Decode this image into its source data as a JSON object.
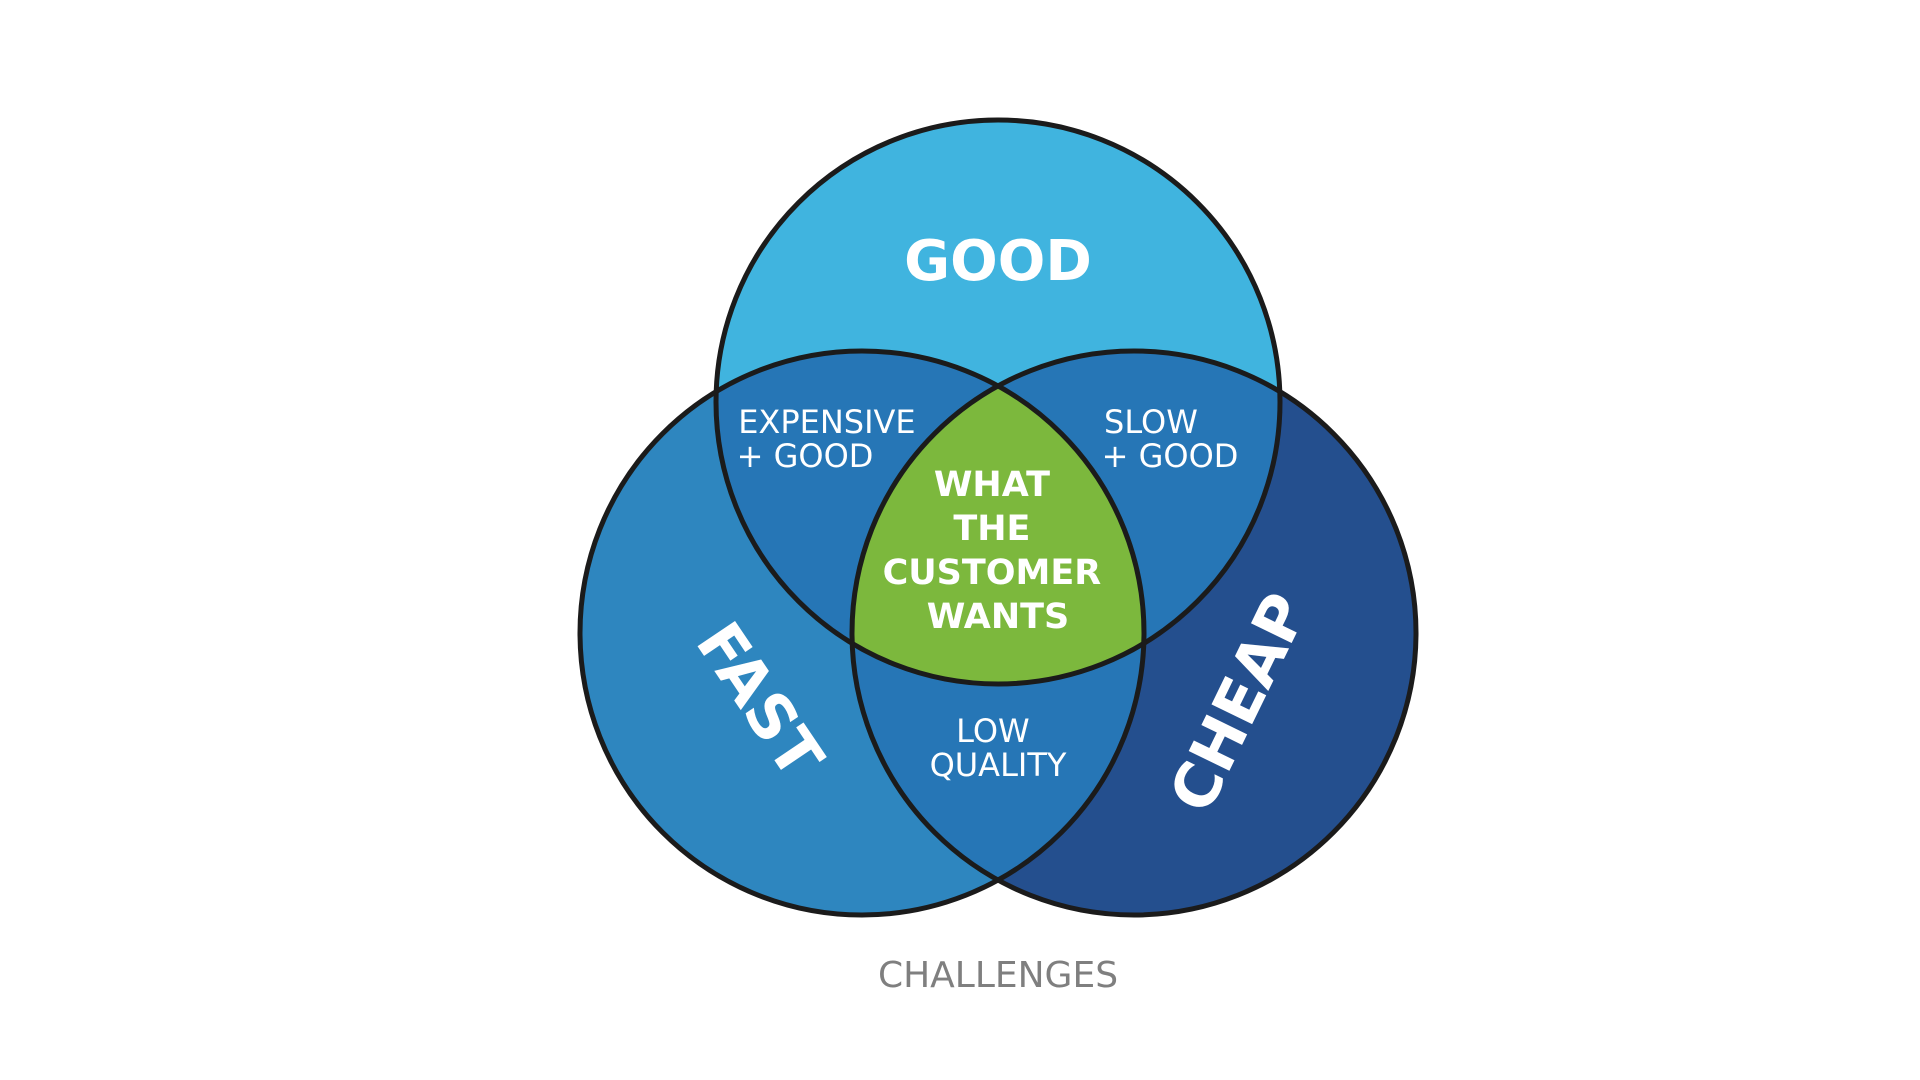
{
  "diagram": {
    "circles": {
      "good": {
        "label": "GOOD",
        "color": "#40B4DF"
      },
      "fast": {
        "label": "FAST",
        "color": "#2E86BF"
      },
      "cheap": {
        "label": "CHEAP",
        "color": "#244F8E"
      }
    },
    "overlaps": {
      "fast_good": {
        "lines": [
          "EXPENSIVE",
          "+ GOOD"
        ],
        "color": "#2676B6"
      },
      "good_cheap": {
        "lines": [
          "SLOW",
          "+ GOOD"
        ],
        "color": "#2676B6"
      },
      "fast_cheap": {
        "lines": [
          "LOW",
          "QUALITY"
        ],
        "color": "#2676B6"
      }
    },
    "center": {
      "lines": [
        "WHAT",
        "THE",
        "CUSTOMER",
        "WANTS"
      ],
      "color": "#7CB83D"
    },
    "outline_color": "#1B1B1B"
  },
  "caption": "CHALLENGES"
}
